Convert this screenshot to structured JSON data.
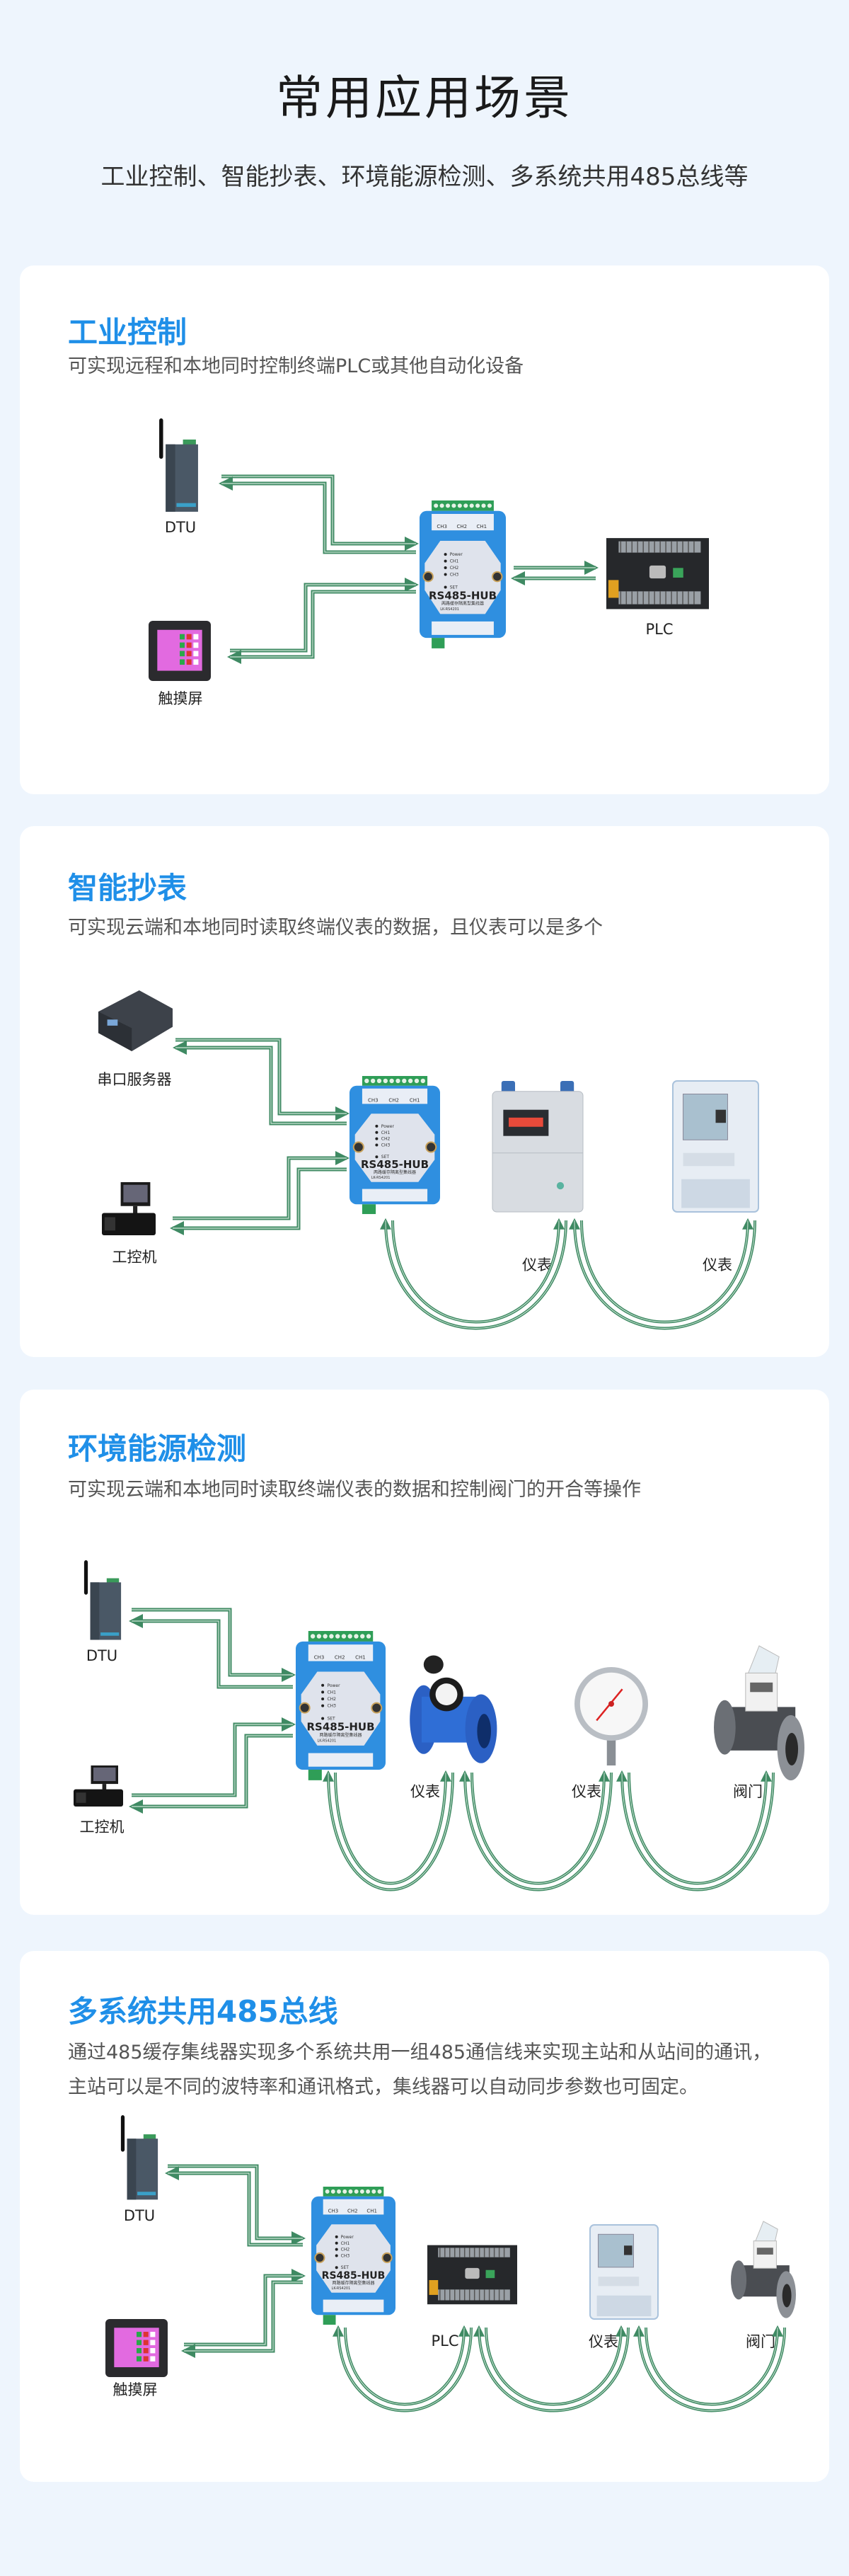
{
  "header": {
    "title": "常用应用场景",
    "subtitle": "工业控制、智能抄表、环境能源检测、多系统共用485总线等"
  },
  "hub": {
    "model": "RS485-HUB",
    "desc": "两路缓存隔离型集线器",
    "sku": "LK-RS4201",
    "leds": [
      "Power",
      "CH1",
      "CH2",
      "CH3",
      "SET"
    ],
    "channels": [
      "CH3",
      "CH2",
      "CH1"
    ]
  },
  "colors": {
    "accent": "#1f8fe8",
    "arrow": "#3f8a63",
    "hub_body": "#2f8fe0",
    "background": "#eef5fd"
  },
  "scenarios": [
    {
      "title": "工业控制",
      "desc_lines": [
        "可实现远程和本地同时控制终端PLC或其他自动化设备"
      ],
      "devices": [
        {
          "label": "DTU",
          "icon": "dtu-icon"
        },
        {
          "label": "触摸屏",
          "icon": "touchscreen-icon"
        },
        {
          "label": "PLC",
          "icon": "plc-icon"
        }
      ]
    },
    {
      "title": "智能抄表",
      "desc_lines": [
        "可实现云端和本地同时读取终端仪表的数据，且仪表可以是多个"
      ],
      "devices": [
        {
          "label": "串口服务器",
          "icon": "serial-server-icon"
        },
        {
          "label": "工控机",
          "icon": "industrial-pc-icon"
        },
        {
          "label": "仪表",
          "icon": "gas-meter-icon"
        },
        {
          "label": "仪表",
          "icon": "electric-meter-icon"
        }
      ]
    },
    {
      "title": "环境能源检测",
      "desc_lines": [
        "可实现云端和本地同时读取终端仪表的数据和控制阀门的开合等操作"
      ],
      "devices": [
        {
          "label": "DTU",
          "icon": "dtu-icon"
        },
        {
          "label": "工控机",
          "icon": "industrial-pc-icon"
        },
        {
          "label": "仪表",
          "icon": "water-meter-icon"
        },
        {
          "label": "仪表",
          "icon": "pressure-gauge-icon"
        },
        {
          "label": "阀门",
          "icon": "valve-icon"
        }
      ]
    },
    {
      "title": "多系统共用485总线",
      "desc_lines": [
        "通过485缓存集线器实现多个系统共用一组485通信线来实现主站和从站间的通讯，",
        "主站可以是不同的波特率和通讯格式，集线器可以自动同步参数也可固定。"
      ],
      "devices": [
        {
          "label": "DTU",
          "icon": "dtu-icon"
        },
        {
          "label": "触摸屏",
          "icon": "touchscreen-icon"
        },
        {
          "label": "PLC",
          "icon": "plc-icon"
        },
        {
          "label": "仪表",
          "icon": "electric-meter-icon"
        },
        {
          "label": "阀门",
          "icon": "valve-icon"
        }
      ]
    }
  ]
}
